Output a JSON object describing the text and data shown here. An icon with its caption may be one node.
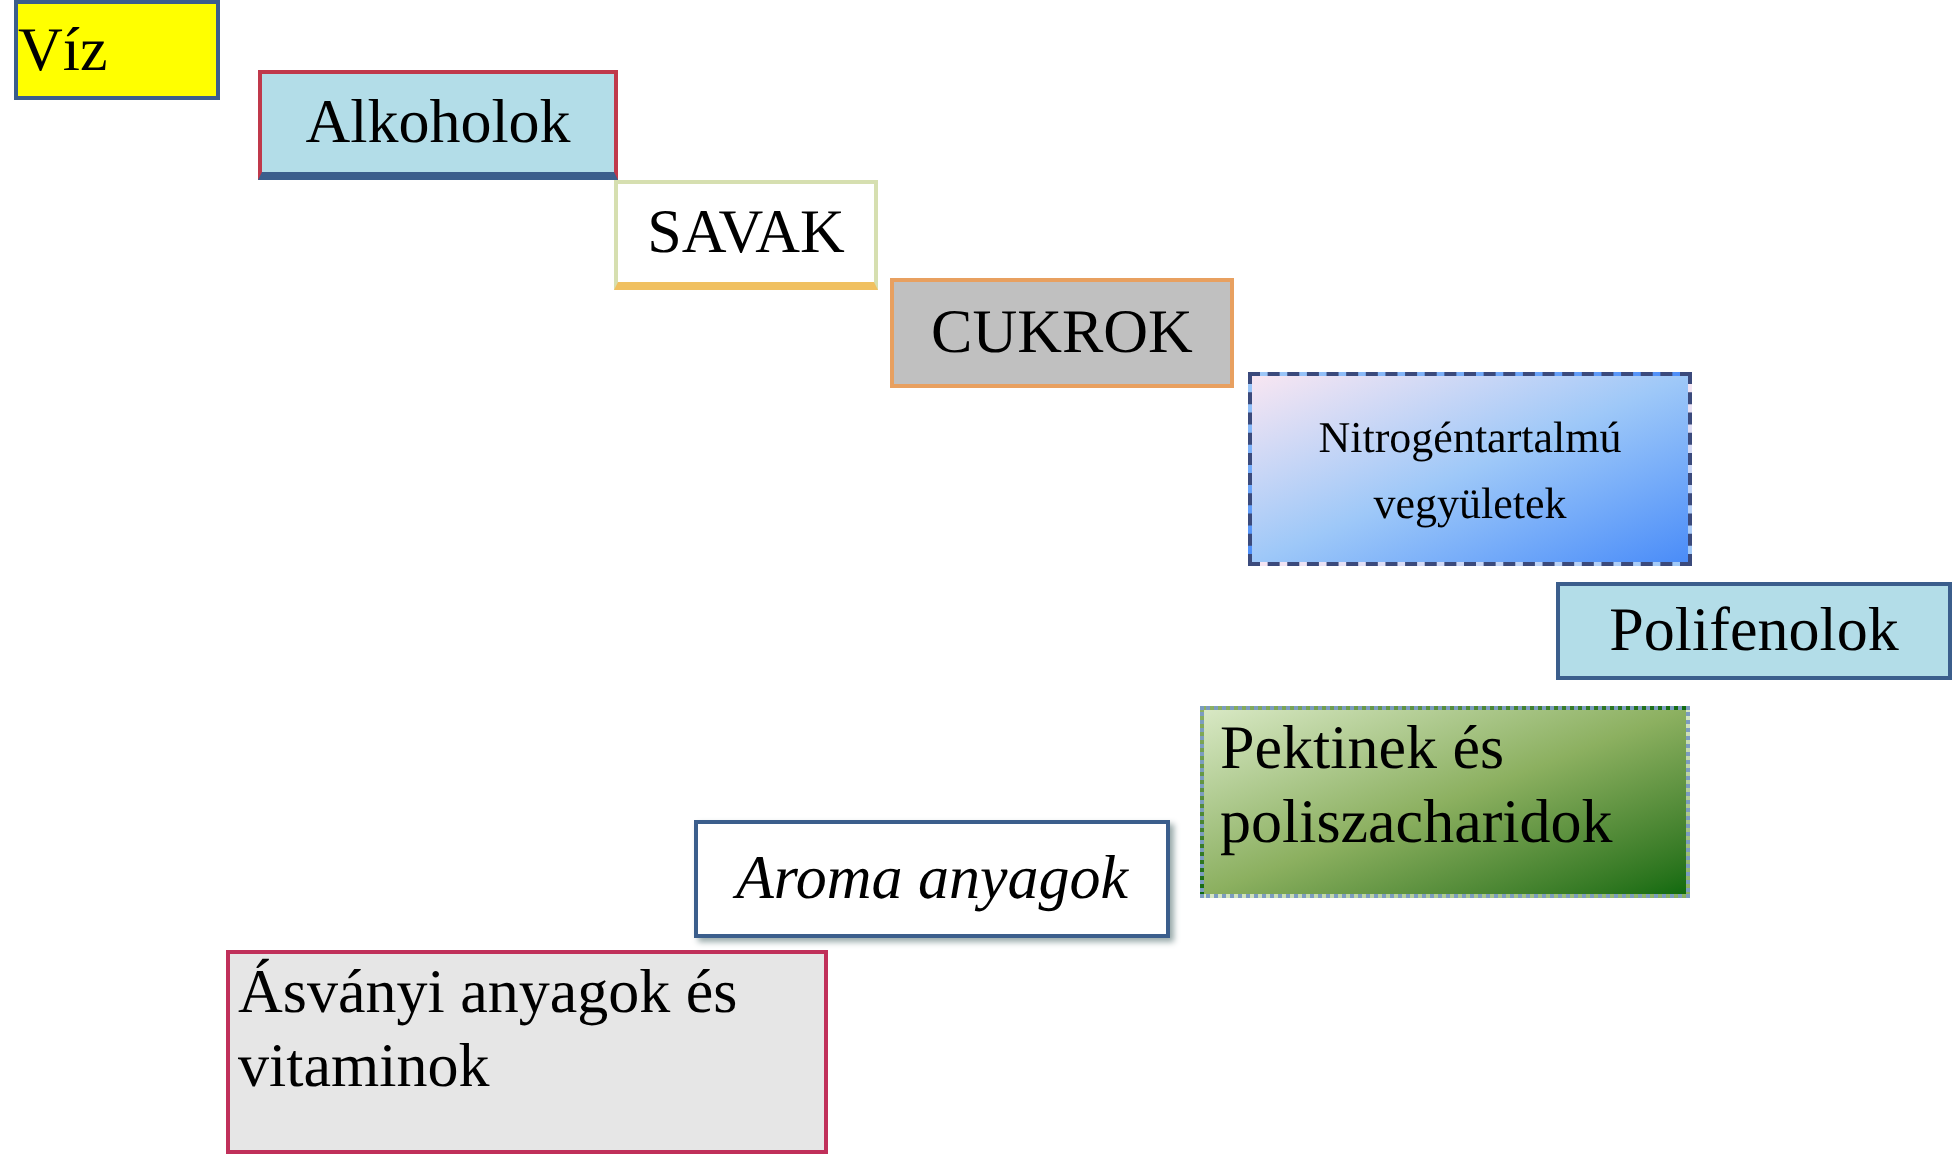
{
  "diagram": {
    "nodes": [
      {
        "text": [
          "Víz"
        ]
      },
      {
        "text": [
          "Alkoholok"
        ]
      },
      {
        "text": [
          "SAVAK"
        ]
      },
      {
        "text": [
          "CUKROK"
        ]
      },
      {
        "text": [
          "Nitrogéntartalmú vegyületek"
        ]
      },
      {
        "text": [
          "Polifenolok"
        ]
      },
      {
        "text": [
          "Pektinek és poliszacharidok"
        ]
      },
      {
        "text": [
          "Aroma anyagok"
        ]
      },
      {
        "text": [
          "Ásványi anyagok és vitaminok"
        ]
      }
    ]
  }
}
